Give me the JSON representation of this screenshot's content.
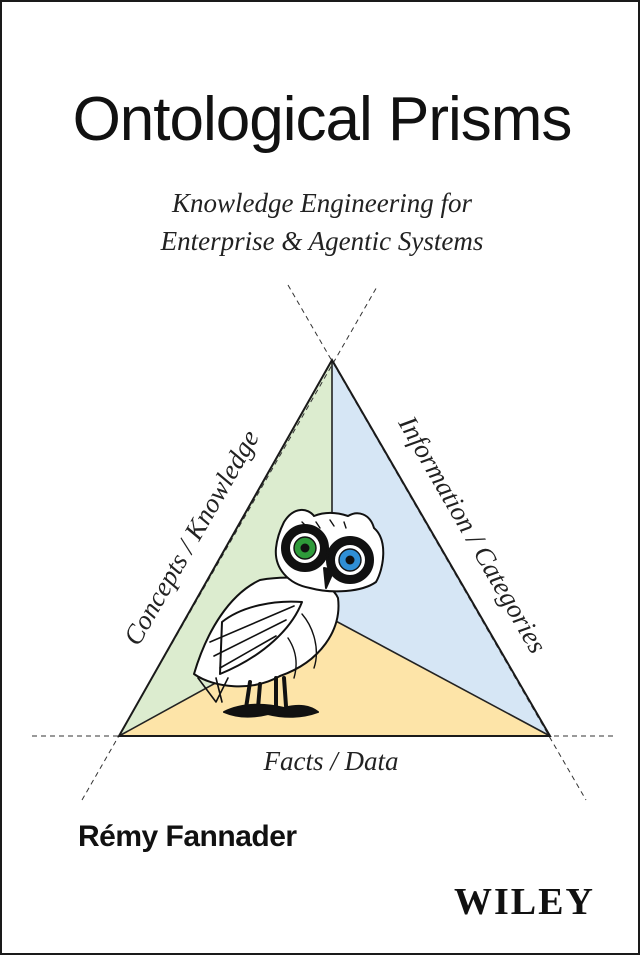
{
  "book": {
    "title": "Ontological Prisms",
    "subtitle_line1": "Knowledge Engineering for",
    "subtitle_line2": "Enterprise & Agentic Systems",
    "author": "Rémy Fannader",
    "publisher": "WILEY"
  },
  "diagram": {
    "left_label": "Concepts / Knowledge",
    "right_label": "Information / Categories",
    "bottom_label": "Facts / Data",
    "colors": {
      "left_region": "#dceccf",
      "right_region": "#d6e6f5",
      "bottom_region": "#fde4a8",
      "owl_eye_left": "#2e9a3a",
      "owl_eye_right": "#2f8fd6"
    }
  }
}
